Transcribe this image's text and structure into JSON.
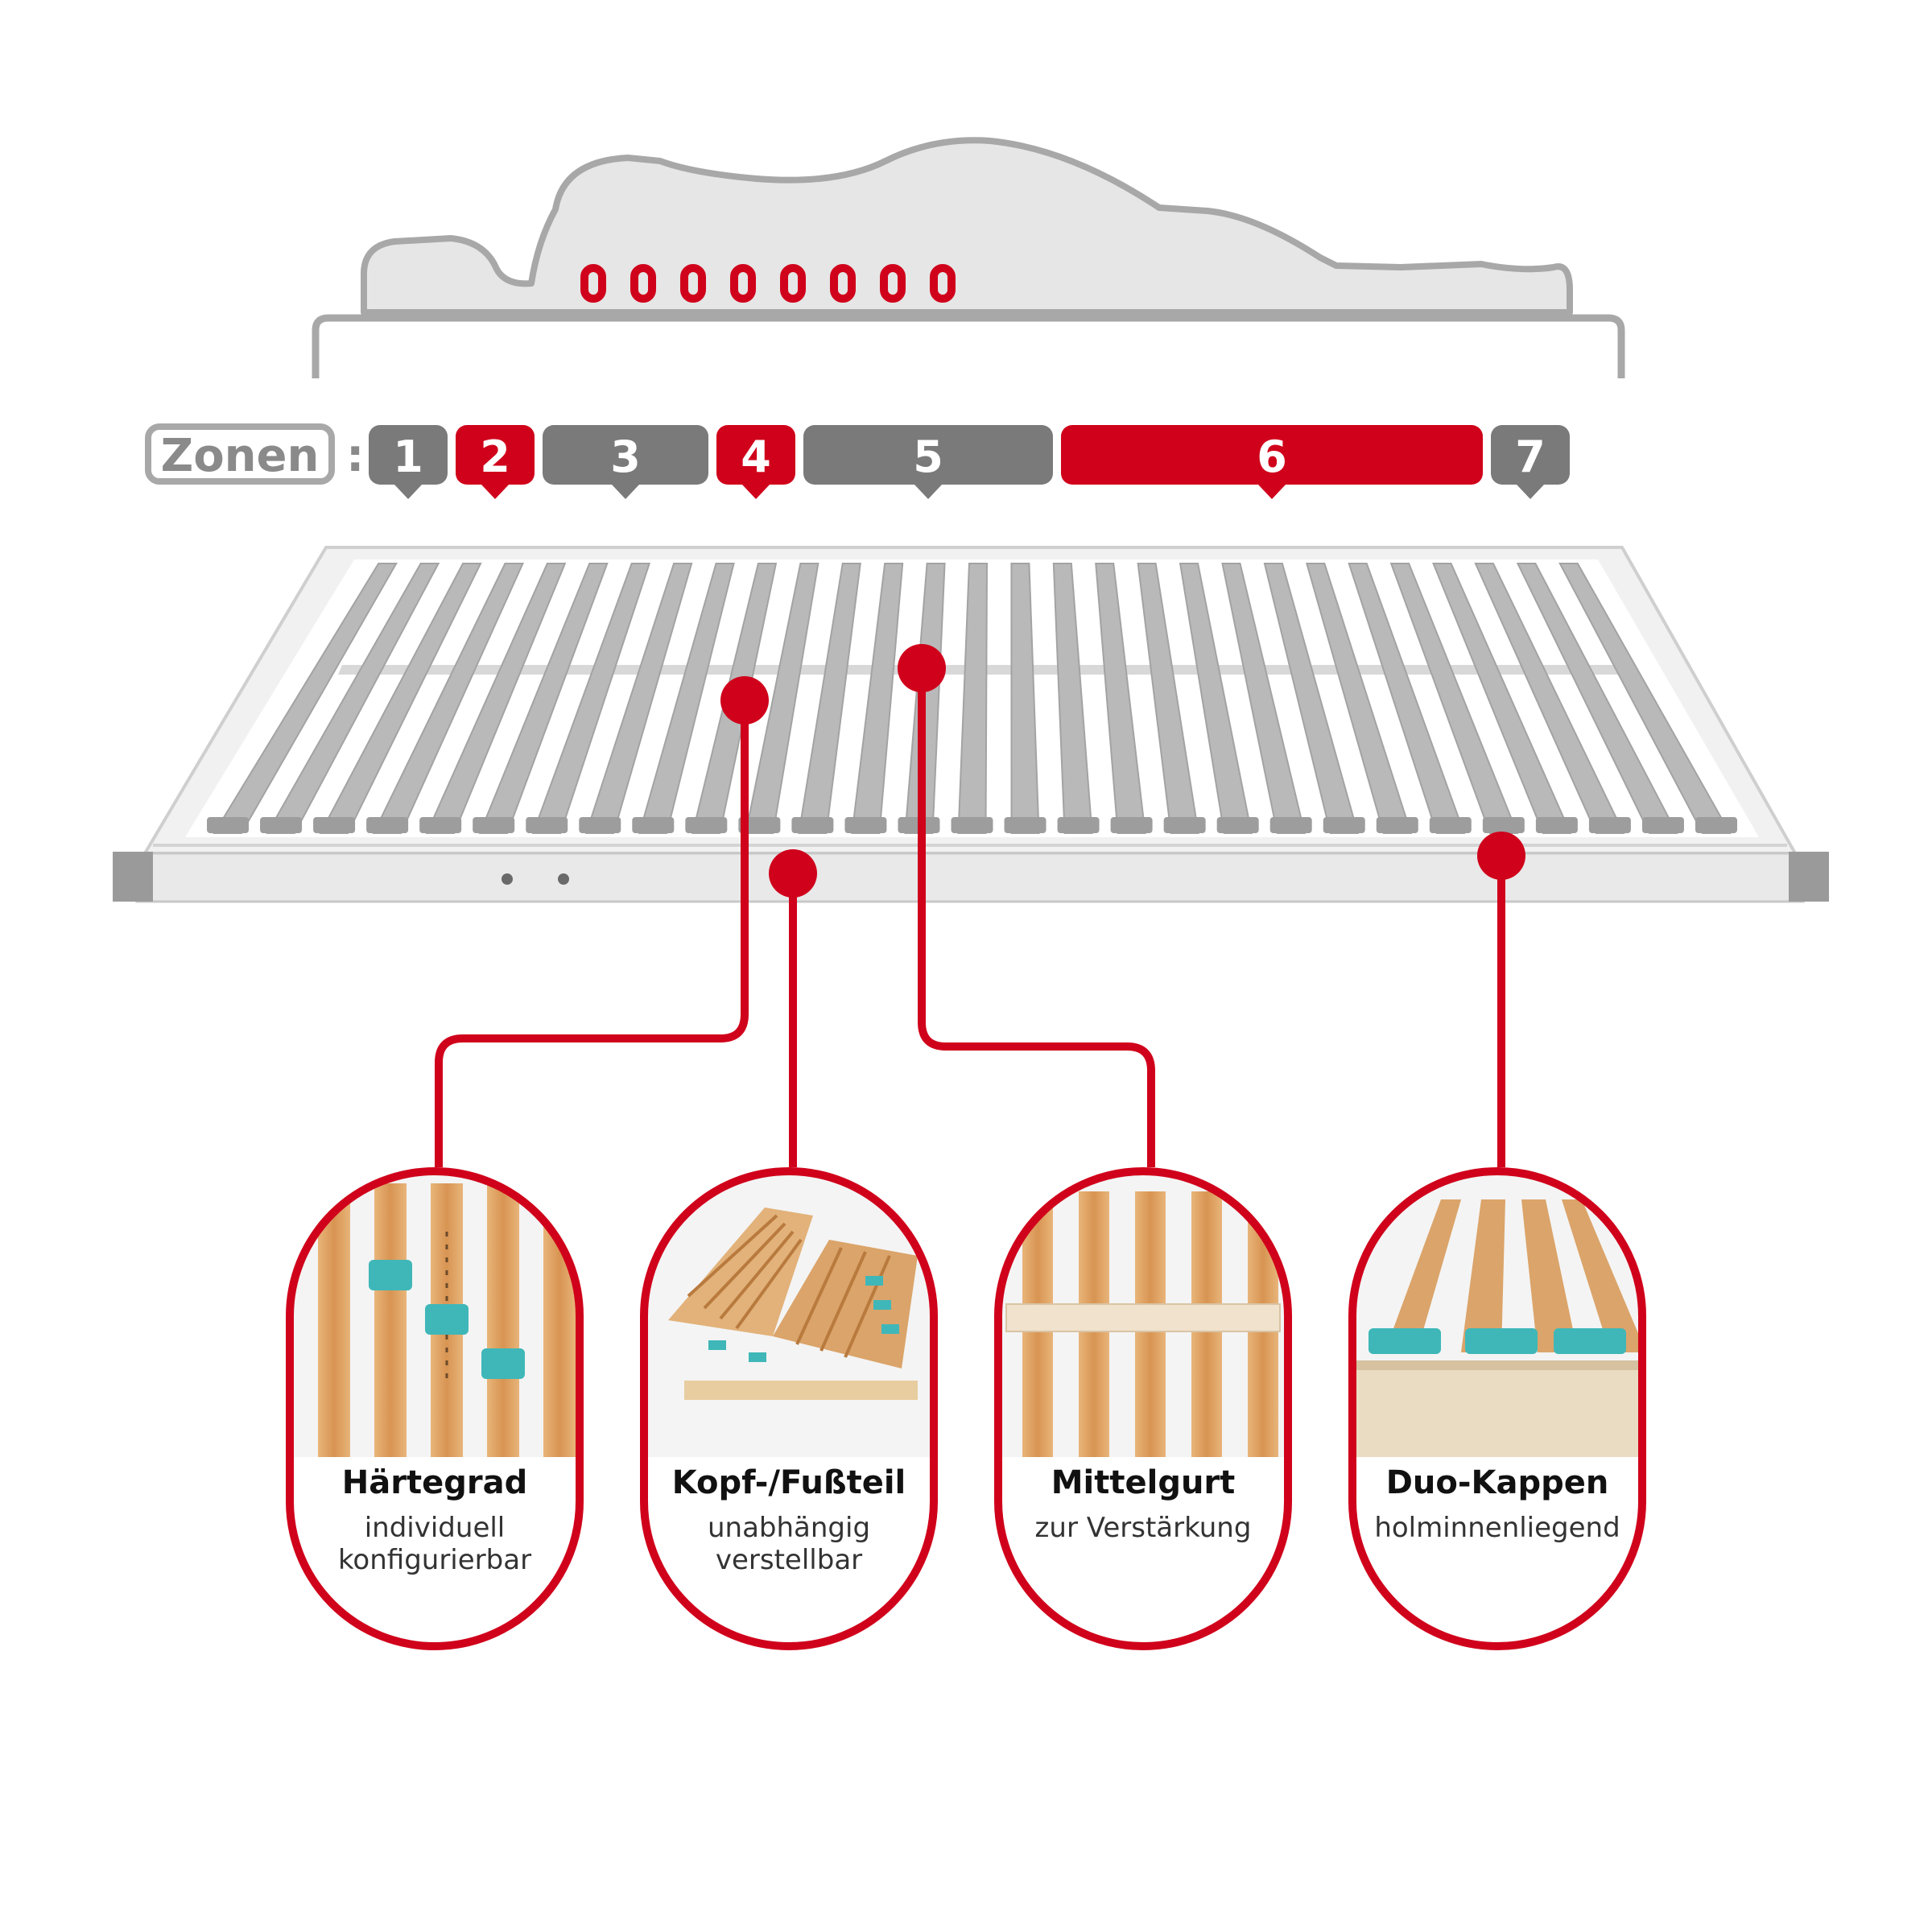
{
  "zones": {
    "label": "Zonen",
    "separator": ":",
    "items": [
      {
        "number": "1",
        "color": "#7a7a7a"
      },
      {
        "number": "2",
        "color": "#d0021b"
      },
      {
        "number": "3",
        "color": "#7a7a7a"
      },
      {
        "number": "4",
        "color": "#d0021b"
      },
      {
        "number": "5",
        "color": "#7a7a7a"
      },
      {
        "number": "6",
        "color": "#d0021b"
      },
      {
        "number": "7",
        "color": "#7a7a7a"
      }
    ]
  },
  "features": [
    {
      "title": "Härtegrad",
      "subtitle_line1": "individuell",
      "subtitle_line2": "konfigurierbar",
      "icon": "slats-hardness-slider-photo"
    },
    {
      "title": "Kopf-/Fußteil",
      "subtitle_line1": "unabhängig",
      "subtitle_line2": "verstellbar",
      "icon": "adjustable-head-foot-photo"
    },
    {
      "title": "Mittelgurt",
      "subtitle_line1": "zur Verstärkung",
      "subtitle_line2": "",
      "icon": "center-strap-photo"
    },
    {
      "title": "Duo-Kappen",
      "subtitle_line1": "holminnenliegend",
      "subtitle_line2": "",
      "icon": "duo-caps-photo"
    }
  ],
  "colors": {
    "accent": "#d0021b",
    "zone_gray": "#7a7a7a",
    "outline_gray": "#a8a8a8",
    "body_fill": "#e6e6e6",
    "wood": "#d9a063",
    "clip": "#3fb7b8"
  }
}
